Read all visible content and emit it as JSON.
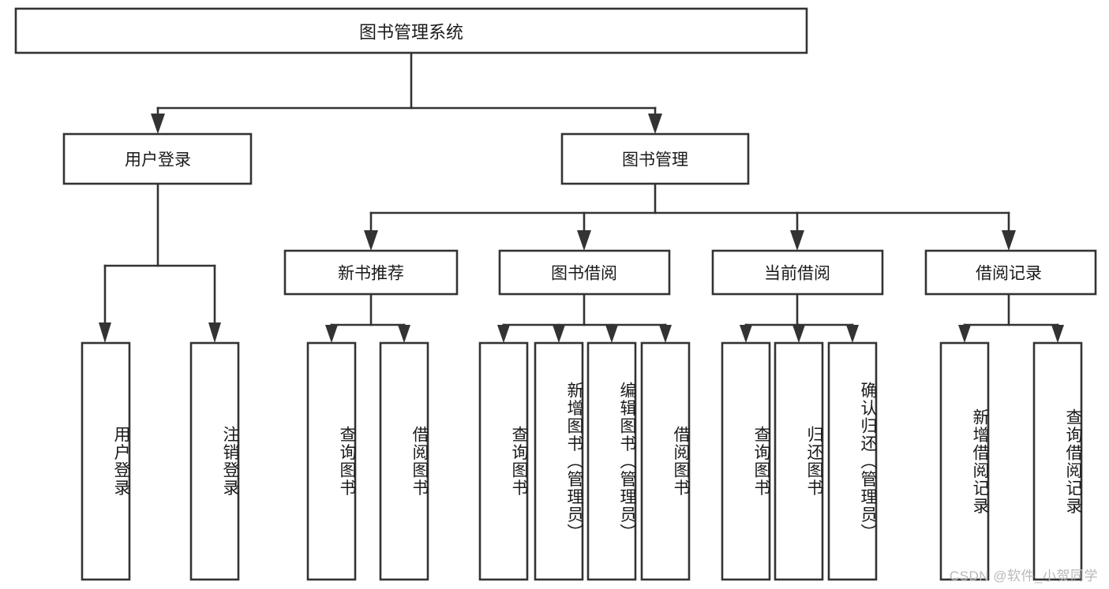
{
  "diagram": {
    "title": "图书管理系统",
    "type": "tree-hierarchy-chart",
    "root": {
      "label": "图书管理系统"
    },
    "level2": [
      {
        "label": "用户登录"
      },
      {
        "label": "图书管理"
      }
    ],
    "level3": [
      {
        "label": "新书推荐"
      },
      {
        "label": "图书借阅"
      },
      {
        "label": "当前借阅"
      },
      {
        "label": "借阅记录"
      }
    ],
    "leaves": {
      "user_login": [
        {
          "label": "用户登录"
        },
        {
          "label": "注销登录"
        }
      ],
      "new_book_recommend": [
        {
          "label": "查询图书"
        },
        {
          "label": "借阅图书"
        }
      ],
      "book_borrow": [
        {
          "label": "查询图书"
        },
        {
          "label": "新增图书（管理员）"
        },
        {
          "label": "编辑图书（管理员）"
        },
        {
          "label": "借阅图书"
        }
      ],
      "current_borrow": [
        {
          "label": "查询图书"
        },
        {
          "label": "归还图书"
        },
        {
          "label": "确认归还（管理员）"
        }
      ],
      "borrow_record": [
        {
          "label": "新增借阅记录"
        },
        {
          "label": "查询借阅记录"
        }
      ]
    }
  },
  "watermark": {
    "text": "CSDN @软件_小贺同学"
  },
  "colors": {
    "stroke": "#333333",
    "box_fill": "#ffffff",
    "text": "#1a1a1a",
    "watermark": "#b9b9b9",
    "background": "#ffffff"
  }
}
